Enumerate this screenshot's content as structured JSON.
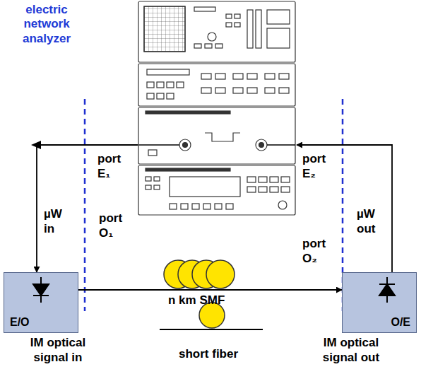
{
  "diagram": {
    "nodes": [
      {
        "text": [
          "electric network analyzer"
        ]
      },
      {
        "text": [
          "E/O"
        ]
      },
      {
        "text": [
          "O/E"
        ]
      }
    ],
    "edges": [
      {
        "from": 0,
        "to": 1,
        "arrow": "to"
      },
      {
        "from": 1,
        "to": 2,
        "arrow": "to"
      },
      {
        "from": 2,
        "to": 0,
        "arrow": "to"
      }
    ],
    "labels": [
      "port E₁",
      "port E₂",
      "µW in",
      "port O₁",
      "µW out",
      "port O₂",
      "n km SMF",
      "IM optical signal in",
      "IM optical signal out",
      "short fiber"
    ]
  }
}
